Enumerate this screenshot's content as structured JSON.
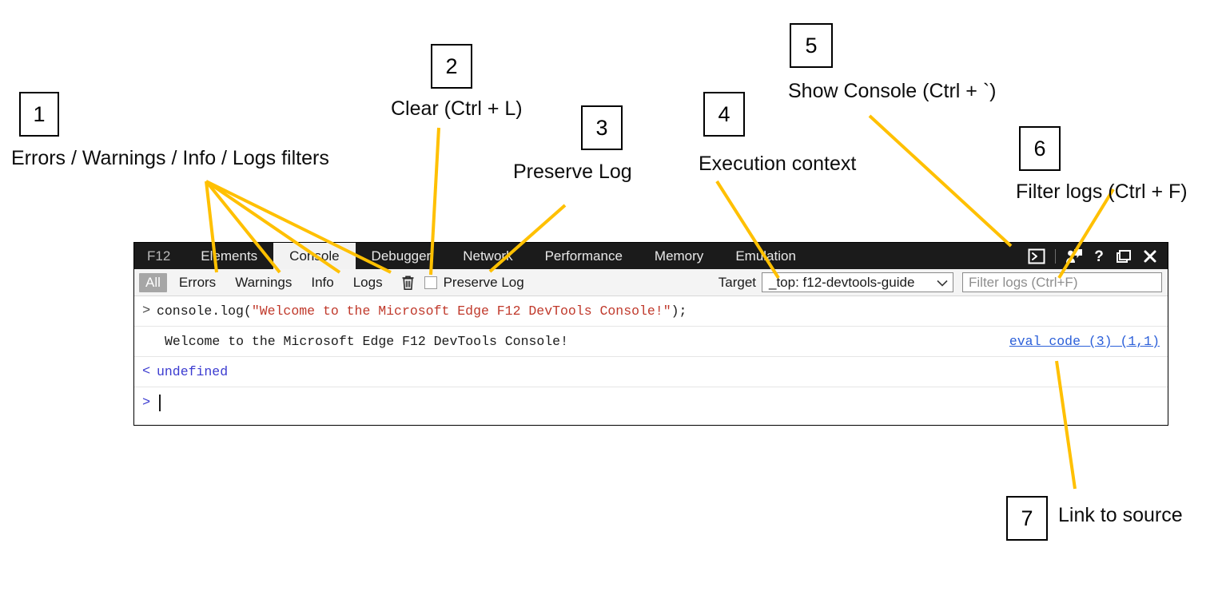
{
  "annotations": [
    {
      "num": "1",
      "text": "Errors / Warnings / Info / Logs filters"
    },
    {
      "num": "2",
      "text": "Clear (Ctrl + L)"
    },
    {
      "num": "3",
      "text": "Preserve Log"
    },
    {
      "num": "4",
      "text": "Execution context"
    },
    {
      "num": "5",
      "text": "Show Console (Ctrl + `)"
    },
    {
      "num": "6",
      "text": "Filter logs (Ctrl + F)"
    },
    {
      "num": "7",
      "text": "Link to source"
    }
  ],
  "colors": {
    "leader_line": "#FFC000",
    "tabstrip_bg": "#1B1B1B",
    "active_tab_bg": "#F2F2F2",
    "filterbar_bg": "#F4F4F4",
    "selected_filter_bg": "#A6A6A6",
    "string_token": "#C0392B",
    "undefined_token": "#3B3BD0",
    "source_link": "#2B5FD9"
  },
  "devtools": {
    "tabs": [
      {
        "label": "F12",
        "active": false,
        "brand": true
      },
      {
        "label": "Elements",
        "active": false
      },
      {
        "label": "Console",
        "active": true
      },
      {
        "label": "Debugger",
        "active": false
      },
      {
        "label": "Network",
        "active": false
      },
      {
        "label": "Performance",
        "active": false
      },
      {
        "label": "Memory",
        "active": false
      },
      {
        "label": "Emulation",
        "active": false
      }
    ],
    "tool_icons": [
      {
        "name": "show-console-icon",
        "title": "Show Console (Ctrl + `)"
      },
      {
        "name": "feedback-icon",
        "title": "Send feedback"
      },
      {
        "name": "help-icon",
        "title": "Help"
      },
      {
        "name": "undock-icon",
        "title": "Restore / undock window"
      },
      {
        "name": "close-icon",
        "title": "Close"
      }
    ],
    "filterbar": {
      "filters": [
        {
          "label": "All",
          "selected": true
        },
        {
          "label": "Errors",
          "selected": false
        },
        {
          "label": "Warnings",
          "selected": false
        },
        {
          "label": "Info",
          "selected": false
        },
        {
          "label": "Logs",
          "selected": false
        }
      ],
      "clear_icon": "trash-icon",
      "preserve_log_label": "Preserve Log",
      "preserve_log_checked": false,
      "target_label": "Target",
      "target_value": "_top: f12-devtools-guide",
      "filter_placeholder": "Filter logs (Ctrl+F)",
      "filter_value": ""
    },
    "console_rows": [
      {
        "kind": "input",
        "gutter": ">",
        "segments": [
          {
            "text": "console.log(",
            "type": "plain"
          },
          {
            "text": "\"Welcome to the Microsoft Edge F12 DevTools Console!\"",
            "type": "string"
          },
          {
            "text": ");",
            "type": "plain"
          }
        ],
        "source_link": ""
      },
      {
        "kind": "output-message",
        "gutter": "",
        "message": "Welcome to the Microsoft Edge F12 DevTools Console!",
        "source_link": "eval code (3) (1,1)"
      },
      {
        "kind": "return",
        "gutter": "<",
        "value": "undefined",
        "source_link": ""
      },
      {
        "kind": "prompt",
        "gutter": ">",
        "value": "",
        "source_link": ""
      }
    ]
  }
}
